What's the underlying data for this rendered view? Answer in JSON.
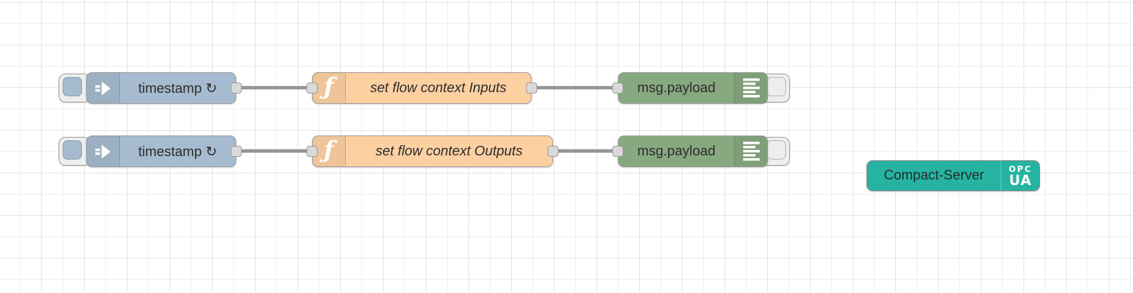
{
  "canvas": {
    "background_color": "#ffffff",
    "grid_line_color": "#ececec"
  },
  "palette_colors": {
    "inject_node": "#a6bbcf",
    "function_node": "#fdd0a2",
    "debug_node": "#87a980",
    "opcua_server_node": "#26b3a2",
    "port_fill": "#d9d9d9",
    "wire": "#979797",
    "node_border": "#999999",
    "label_text": "#2c2c2c"
  },
  "nodes": {
    "inject_1": {
      "type": "inject",
      "label": "timestamp ↻"
    },
    "inject_2": {
      "type": "inject",
      "label": "timestamp ↻"
    },
    "function_1": {
      "type": "function",
      "label": "set flow context Inputs",
      "icon_glyph": "ƒ"
    },
    "function_2": {
      "type": "function",
      "label": "set flow context Outputs",
      "icon_glyph": "ƒ"
    },
    "debug_1": {
      "type": "debug",
      "label": "msg.payload"
    },
    "debug_2": {
      "type": "debug",
      "label": "msg.payload"
    },
    "opcua_server": {
      "type": "opcua-compact-server",
      "label": "Compact-Server",
      "badge_line1": "OPC",
      "badge_line2": "UA"
    }
  }
}
